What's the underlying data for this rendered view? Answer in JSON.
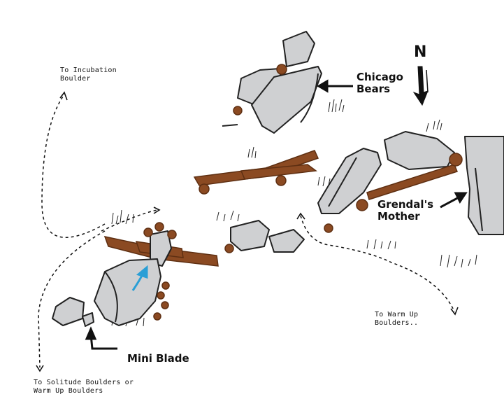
{
  "labels": {
    "incubation": "To Incubation\nBoulder",
    "chicago_bears": "Chicago\nBears",
    "north": "N",
    "grendals_mother": "Grendal's\nMother",
    "warm_up": "To Warm Up\nBoulders..",
    "mini_blade": "Mini Blade",
    "solitude": "To Solitude Boulders or\nWarm Up Boulders"
  },
  "colors": {
    "boulder_fill": "#cfd0d2",
    "boulder_stroke": "#222222",
    "log": "#8b4a22",
    "log_dark": "#5e2f12",
    "arrow_blue": "#2a9fd6",
    "ink": "#111111"
  }
}
